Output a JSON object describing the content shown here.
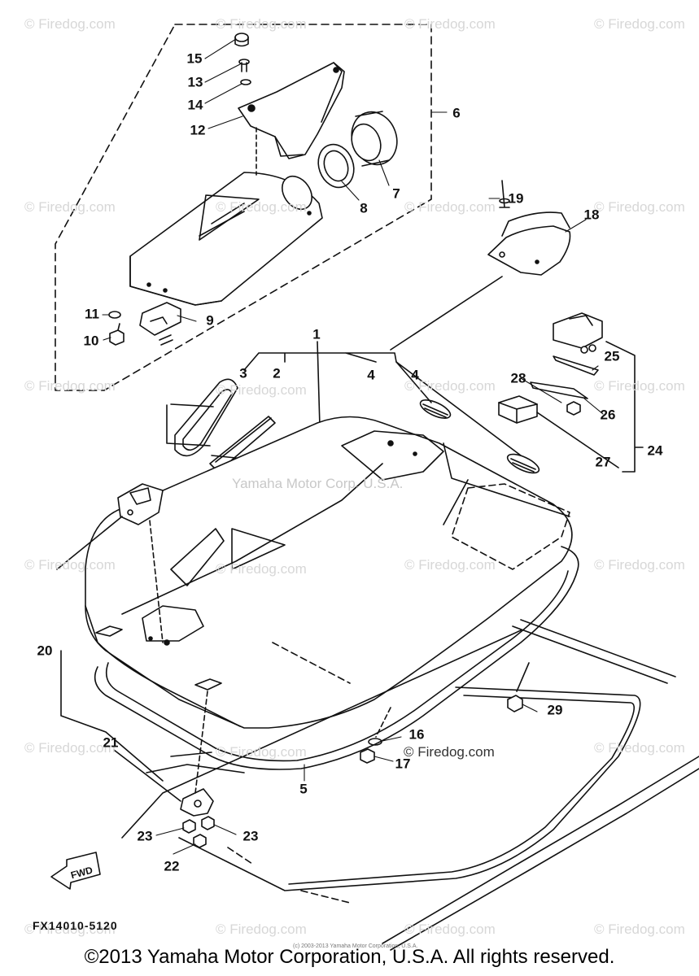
{
  "watermark": "© Firedog.com",
  "center_watermark": "Yamaha Motor Corp. U.S.A.",
  "inline_watermark": "© Firedog.com",
  "figure_code": "FX14010-5120",
  "fwd_label": "FWD",
  "tiny_credit": "(c) 2003-2013 Yamaha Motor Corporation, U.S.A.",
  "footer": "©2013 Yamaha Motor Corporation, U.S.A. All rights reserved.",
  "callouts": [
    "15",
    "13",
    "14",
    "12",
    "6",
    "7",
    "8",
    "9",
    "11",
    "10",
    "19",
    "18",
    "1",
    "3",
    "2",
    "4",
    "4",
    "28",
    "25",
    "26",
    "24",
    "27",
    "20",
    "29",
    "21",
    "16",
    "17",
    "5",
    "23",
    "23",
    "22"
  ]
}
